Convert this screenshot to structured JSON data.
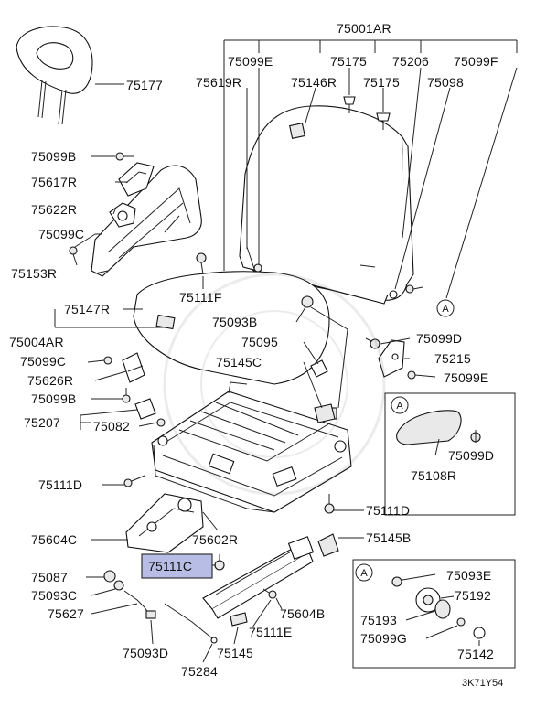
{
  "diagram": {
    "labels": {
      "l75001AR": "75001AR",
      "l75099E_top": "75099E",
      "l75175_a": "75175",
      "l75206": "75206",
      "l75099F": "75099F",
      "l75619R": "75619R",
      "l75146R": "75146R",
      "l75175_b": "75175",
      "l75098": "75098",
      "l75177": "75177",
      "l75099B_a": "75099B",
      "l75617R": "75617R",
      "l75622R": "75622R",
      "l75099C_a": "75099C",
      "l75153R": "75153R",
      "l75111F": "75111F",
      "l75147R": "75147R",
      "l75093B": "75093B",
      "l75004AR": "75004AR",
      "l75095": "75095",
      "l75099C_b": "75099C",
      "l75145C": "75145C",
      "l75626R": "75626R",
      "l75099B_b": "75099B",
      "l75207": "75207",
      "l75082": "75082",
      "l75099D_a": "75099D",
      "l75215": "75215",
      "l75099E_b": "75099E",
      "l75099D_b": "75099D",
      "l75108R": "75108R",
      "l75111D_a": "75111D",
      "l75111D_b": "75111D",
      "l75604C": "75604C",
      "l75602R": "75602R",
      "l75145B": "75145B",
      "l75111C": "75111C",
      "l75087": "75087",
      "l75093C": "75093C",
      "l75627": "75627",
      "l75604B": "75604B",
      "l75111E": "75111E",
      "l75093D": "75093D",
      "l75145": "75145",
      "l75284": "75284",
      "l75093E": "75093E",
      "l75192": "75192",
      "l75193": "75193",
      "l75099G": "75099G",
      "l75142": "75142"
    },
    "callout_A_main": "A",
    "callout_A_box1": "A",
    "callout_A_box2": "A",
    "footer_code": "3K71Y54",
    "highlight_color": "#b8bde6"
  }
}
